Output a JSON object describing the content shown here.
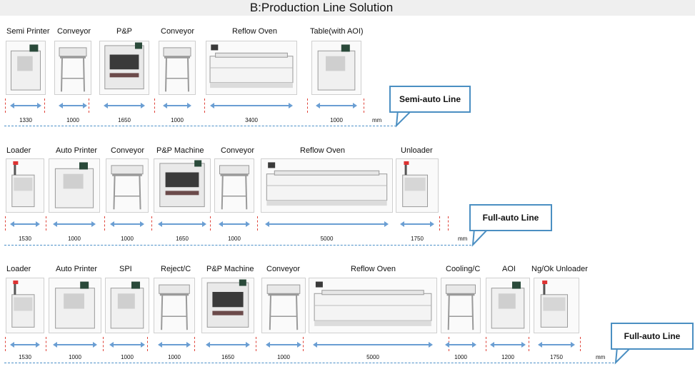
{
  "title": "B:Production Line Solution",
  "unit": "mm",
  "colors": {
    "arrow": "#6a9ed3",
    "callout_border": "#4b8fc2",
    "separator": "#e0443a",
    "baseline": "#4a8fc8",
    "title_bg": "#efefef"
  },
  "lines": [
    {
      "callout": "Semi-auto Line",
      "machines": [
        {
          "label": "Semi Printer",
          "length": "1330",
          "icon": "semi-printer-machine"
        },
        {
          "label": "Conveyor",
          "length": "1000",
          "icon": "conveyor-machine"
        },
        {
          "label": "P&P",
          "length": "1650",
          "icon": "pick-and-place-machine"
        },
        {
          "label": "Conveyor",
          "length": "1000",
          "icon": "conveyor-machine"
        },
        {
          "label": "Reflow Oven",
          "length": "3400",
          "icon": "reflow-oven-machine"
        },
        {
          "label": "Table(with AOI)",
          "length": "1000",
          "icon": "aoi-table-machine"
        }
      ]
    },
    {
      "callout": "Full-auto Line",
      "machines": [
        {
          "label": "Loader",
          "length": "1530",
          "icon": "loader-machine"
        },
        {
          "label": "Auto Printer",
          "length": "1000",
          "icon": "auto-printer-machine"
        },
        {
          "label": "Conveyor",
          "length": "1000",
          "icon": "conveyor-machine"
        },
        {
          "label": "P&P Machine",
          "length": "1650",
          "icon": "pick-and-place-machine"
        },
        {
          "label": "Conveyor",
          "length": "1000",
          "icon": "conveyor-machine"
        },
        {
          "label": "Reflow Oven",
          "length": "5000",
          "icon": "reflow-oven-machine"
        },
        {
          "label": "Unloader",
          "length": "1750",
          "icon": "unloader-machine"
        }
      ]
    },
    {
      "callout": "Full-auto Line",
      "machines": [
        {
          "label": "Loader",
          "length": "1530",
          "icon": "loader-machine"
        },
        {
          "label": "Auto Printer",
          "length": "1000",
          "icon": "auto-printer-machine"
        },
        {
          "label": "SPI",
          "length": "1000",
          "icon": "spi-machine"
        },
        {
          "label": "Reject/C",
          "length": "1000",
          "icon": "reject-conveyor-machine"
        },
        {
          "label": "P&P Machine",
          "length": "1650",
          "icon": "pick-and-place-machine"
        },
        {
          "label": "Conveyor",
          "length": "1000",
          "icon": "conveyor-machine"
        },
        {
          "label": "Reflow Oven",
          "length": "5000",
          "icon": "reflow-oven-machine"
        },
        {
          "label": "Cooling/C",
          "length": "1000",
          "icon": "cooling-conveyor-machine"
        },
        {
          "label": "AOI",
          "length": "1200",
          "icon": "aoi-machine"
        },
        {
          "label": "Ng/Ok Unloader",
          "length": "1750",
          "icon": "ng-ok-unloader-machine"
        }
      ]
    }
  ]
}
